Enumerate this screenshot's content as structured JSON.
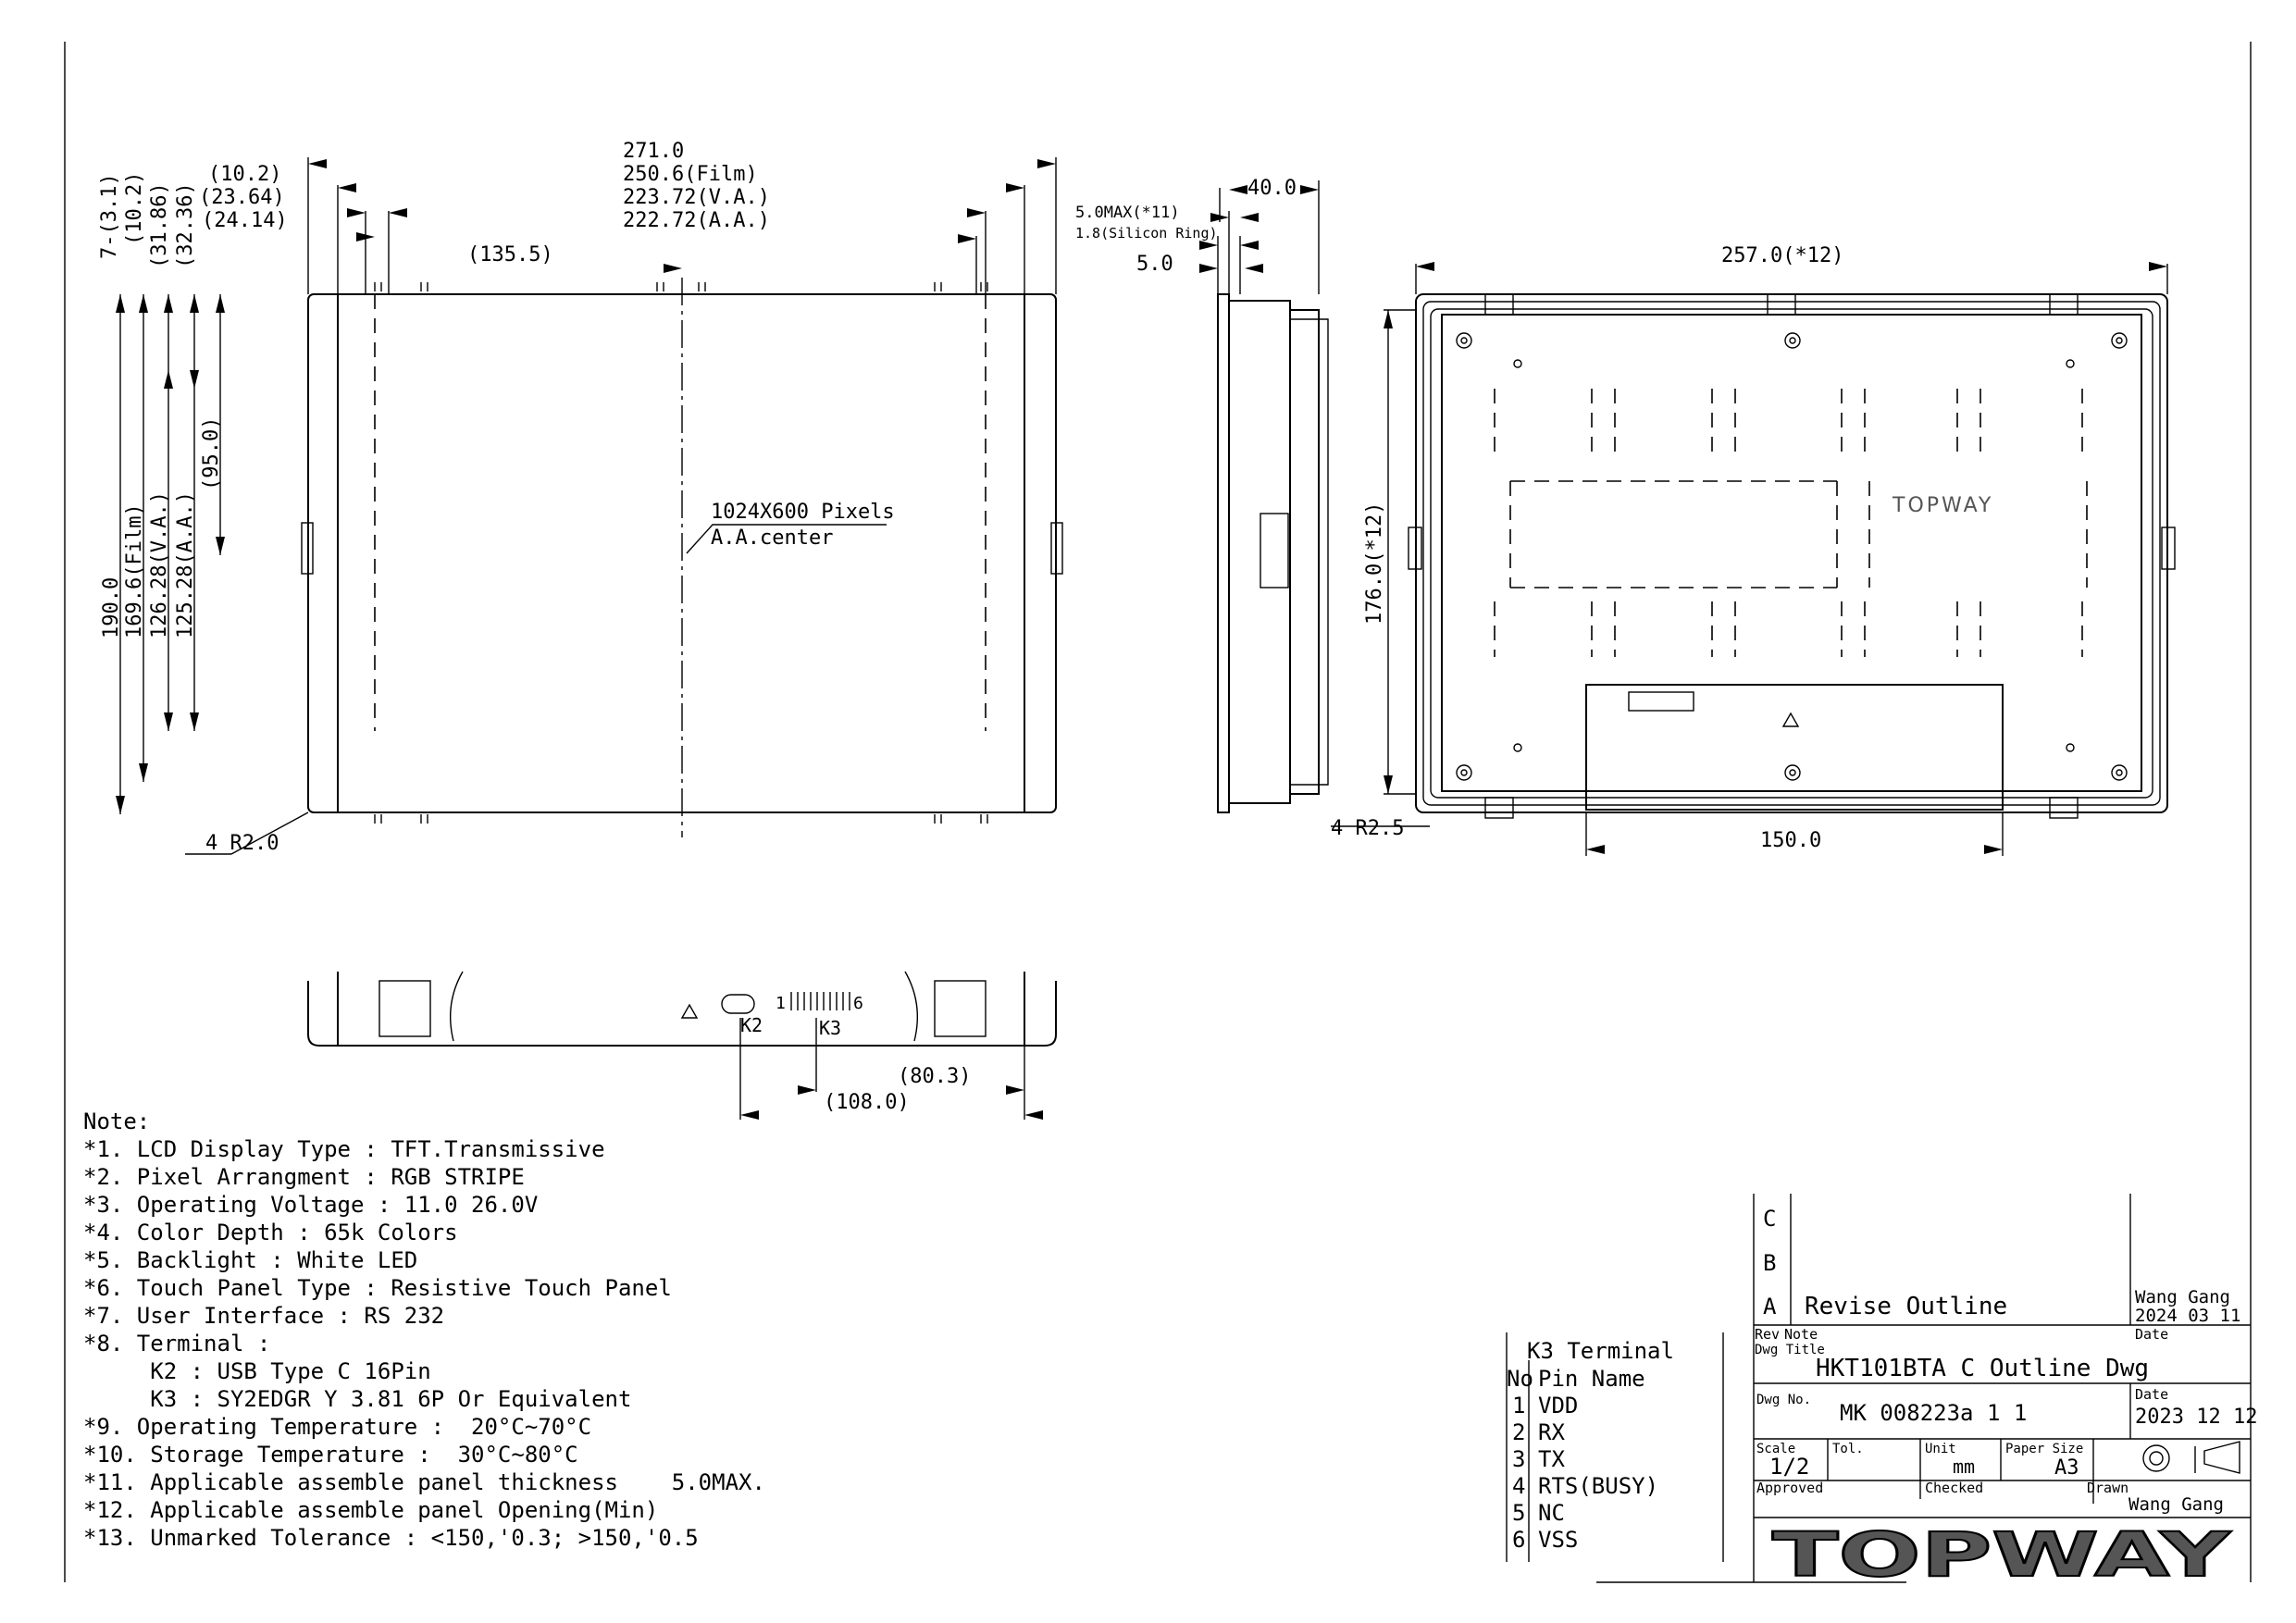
{
  "front_view": {
    "dims_top_left": [
      "(10.2)",
      "(23.64)",
      "(24.14)"
    ],
    "dims_top_center": [
      "271.0",
      "250.6(Film)",
      "223.72(V.A.)",
      "222.72(A.A.)"
    ],
    "half_width": "(135.5)",
    "hole_count": "7-(3.1)",
    "dims_vertical": [
      "190.0",
      "169.6(Film)",
      "126.28(V.A.)",
      "125.28(A.A.)",
      "(10.2)",
      "(31.86)",
      "(32.36)",
      "(95.0)"
    ],
    "center_label_1": "1024X600 Pixels",
    "center_label_2": "A.A.center",
    "corner_radius": "4 R2.0"
  },
  "side_view": {
    "dims": [
      "40.0",
      "5.0MAX(*11)",
      "1.8(Silicon Ring)",
      "5.0"
    ],
    "corner_radius": "4 R2.5"
  },
  "rear_view": {
    "width": "257.0(*12)",
    "height": "176.0(*12)",
    "bottom_width": "150.0",
    "logo": "TOPWAY"
  },
  "bottom_view": {
    "k2": "K2",
    "k3": "K3",
    "pin_start": "1",
    "pin_end": "6",
    "dim_1": "(80.3)",
    "dim_2": "(108.0)"
  },
  "notes": {
    "heading": "Note:",
    "items": [
      "*1. LCD Display Type : TFT.Transmissive",
      "*2. Pixel Arrangment : RGB STRIPE",
      "*3. Operating Voltage : 11.0 26.0V",
      "*4. Color Depth : 65k Colors",
      "*5. Backlight : White LED",
      "*6. Touch Panel Type : Resistive Touch Panel",
      "*7. User Interface : RS 232",
      "*8. Terminal :",
      "     K2 : USB Type C 16Pin",
      "     K3 : SY2EDGR Y 3.81 6P Or Equivalent",
      "*9. Operating Temperature :  20°C~70°C",
      "*10. Storage Temperature :  30°C~80°C",
      "*11. Applicable assemble panel thickness    5.0MAX.",
      "*12. Applicable assemble panel Opening(Min)",
      "*13. Unmarked Tolerance : <150,'0.3; >150,'0.5"
    ]
  },
  "pin_table": {
    "title": "K3 Terminal",
    "header_no": "No",
    "header_name": "Pin Name",
    "rows": [
      {
        "no": "1",
        "name": "VDD"
      },
      {
        "no": "2",
        "name": "RX"
      },
      {
        "no": "3",
        "name": "TX"
      },
      {
        "no": "4",
        "name": "RTS(BUSY)"
      },
      {
        "no": "5",
        "name": "NC"
      },
      {
        "no": "6",
        "name": "VSS"
      }
    ]
  },
  "title_block": {
    "rev_c": "C",
    "rev_b": "B",
    "rev_a": "A",
    "rev_a_note": "Revise Outline",
    "rev_a_by": "Wang Gang",
    "rev_a_date": "2024 03 11",
    "label_rev": "Rev",
    "label_note": "Note",
    "label_date": "Date",
    "label_dwg_title": "Dwg Title",
    "dwg_title": "HKT101BTA C Outline Dwg",
    "label_dwg_no": "Dwg No.",
    "dwg_no": "MK 008223a 1 1",
    "label_date2": "Date",
    "date": "2023 12 12",
    "label_scale": "Scale",
    "scale": "1/2",
    "label_tol": "Tol.",
    "label_unit": "Unit",
    "unit": "mm",
    "label_paper": "Paper Size",
    "paper": "A3",
    "label_approved": "Approved",
    "label_checked": "Checked",
    "label_drawn": "Drawn",
    "drawn_by": "Wang Gang",
    "logo": "TOPWAY"
  }
}
